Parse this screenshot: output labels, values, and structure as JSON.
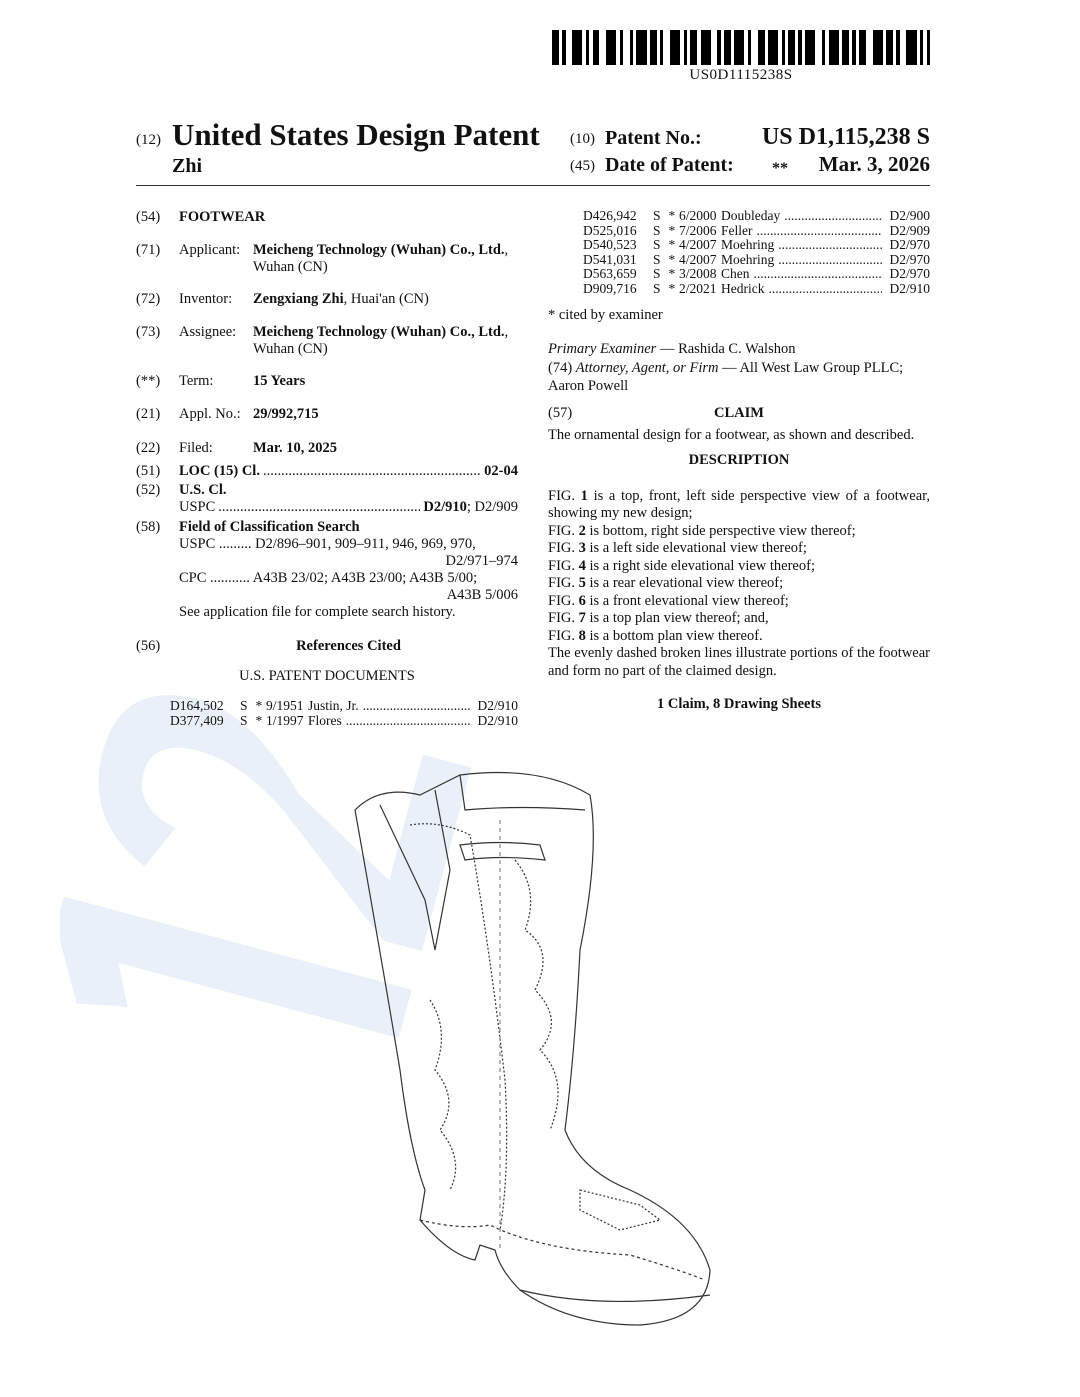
{
  "watermark": "12",
  "barcode_number": "US0D1115238S",
  "header": {
    "code12": "(12)",
    "title": "United States Design Patent",
    "inventor_surname": "Zhi",
    "code10": "(10)",
    "patent_no_label": "Patent No.:",
    "patent_no": "US D1,115,238 S",
    "code45": "(45)",
    "date_label": "Date of Patent:",
    "date_marker": "**",
    "date": "Mar. 3, 2026"
  },
  "left": {
    "f54": {
      "code": "(54)",
      "value": "FOOTWEAR"
    },
    "f71": {
      "code": "(71)",
      "label": "Applicant:",
      "bold": "Meicheng Technology (Wuhan) Co., Ltd.",
      "rest": ", Wuhan (CN)"
    },
    "f72": {
      "code": "(72)",
      "label": "Inventor:",
      "bold": "Zengxiang Zhi",
      "rest": ", Huai'an (CN)"
    },
    "f73": {
      "code": "(73)",
      "label": "Assignee:",
      "bold": "Meicheng Technology (Wuhan) Co., Ltd.",
      "rest": ", Wuhan (CN)"
    },
    "fterm": {
      "code": "(**)",
      "label": "Term:",
      "value": "15 Years"
    },
    "f21": {
      "code": "(21)",
      "label": "Appl. No.:",
      "value": "29/992,715"
    },
    "f22": {
      "code": "(22)",
      "label": "Filed:",
      "value": "Mar. 10, 2025"
    },
    "f51": {
      "code": "(51)",
      "label": "LOC (15) Cl.",
      "value": "02-04"
    },
    "f52": {
      "code": "(52)",
      "label": "U.S. Cl.",
      "uspc_label": "USPC",
      "uspc_bold": "D2/910",
      "uspc_rest": "; D2/909"
    },
    "f58": {
      "code": "(58)",
      "label": "Field of Classification Search",
      "uspc_label": "USPC",
      "uspc_line1": "D2/896–901, 909–911, 946, 969, 970,",
      "uspc_line2": "D2/971–974",
      "cpc_label": "CPC",
      "cpc_line1": "A43B 23/02; A43B 23/00; A43B 5/00;",
      "cpc_line2": "A43B 5/006",
      "note": "See application file for complete search history."
    },
    "f56": {
      "code": "(56)",
      "label": "References Cited",
      "subhead": "U.S. PATENT DOCUMENTS"
    },
    "refs": [
      {
        "no": "D164,502",
        "kind": "S",
        "star": "*",
        "date": "9/1951",
        "name": "Justin, Jr.",
        "cls": "D2/910"
      },
      {
        "no": "D377,409",
        "kind": "S",
        "star": "*",
        "date": "1/1997",
        "name": "Flores",
        "cls": "D2/910"
      }
    ]
  },
  "right": {
    "refs": [
      {
        "no": "D426,942",
        "kind": "S",
        "star": "*",
        "date": "6/2000",
        "name": "Doubleday",
        "cls": "D2/900"
      },
      {
        "no": "D525,016",
        "kind": "S",
        "star": "*",
        "date": "7/2006",
        "name": "Feller",
        "cls": "D2/909"
      },
      {
        "no": "D540,523",
        "kind": "S",
        "star": "*",
        "date": "4/2007",
        "name": "Moehring",
        "cls": "D2/970"
      },
      {
        "no": "D541,031",
        "kind": "S",
        "star": "*",
        "date": "4/2007",
        "name": "Moehring",
        "cls": "D2/970"
      },
      {
        "no": "D563,659",
        "kind": "S",
        "star": "*",
        "date": "3/2008",
        "name": "Chen",
        "cls": "D2/970"
      },
      {
        "no": "D909,716",
        "kind": "S",
        "star": "*",
        "date": "2/2021",
        "name": "Hedrick",
        "cls": "D2/910"
      }
    ],
    "cited_note": "* cited by examiner",
    "examiner_label": "Primary Examiner",
    "examiner": "— Rashida C. Walshon",
    "attorney_code": "(74)",
    "attorney_label": "Attorney, Agent, or Firm",
    "attorney": "— All West Law Group PLLC; Aaron Powell",
    "claim_code": "(57)",
    "claim_head": "CLAIM",
    "claim_text": "The ornamental design for a footwear, as shown and described.",
    "desc_head": "DESCRIPTION",
    "figs": [
      {
        "pre": "FIG.",
        "n": "1",
        "text": "is a top, front, left side perspective view of a footwear, showing my new design;"
      },
      {
        "pre": "FIG.",
        "n": "2",
        "text": "is bottom, right side perspective view thereof;"
      },
      {
        "pre": "FIG.",
        "n": "3",
        "text": "is a left side elevational view thereof;"
      },
      {
        "pre": "FIG.",
        "n": "4",
        "text": "is a right side elevational view thereof;"
      },
      {
        "pre": "FIG.",
        "n": "5",
        "text": "is a rear elevational view thereof;"
      },
      {
        "pre": "FIG.",
        "n": "6",
        "text": "is a front elevational view thereof;"
      },
      {
        "pre": "FIG.",
        "n": "7",
        "text": "is a top plan view thereof; and,"
      },
      {
        "pre": "FIG.",
        "n": "8",
        "text": "is a bottom plan view thereof."
      }
    ],
    "broken_lines": "The evenly dashed broken lines illustrate portions of the footwear and form no part of the claimed design.",
    "summary": "1 Claim, 8 Drawing Sheets"
  }
}
